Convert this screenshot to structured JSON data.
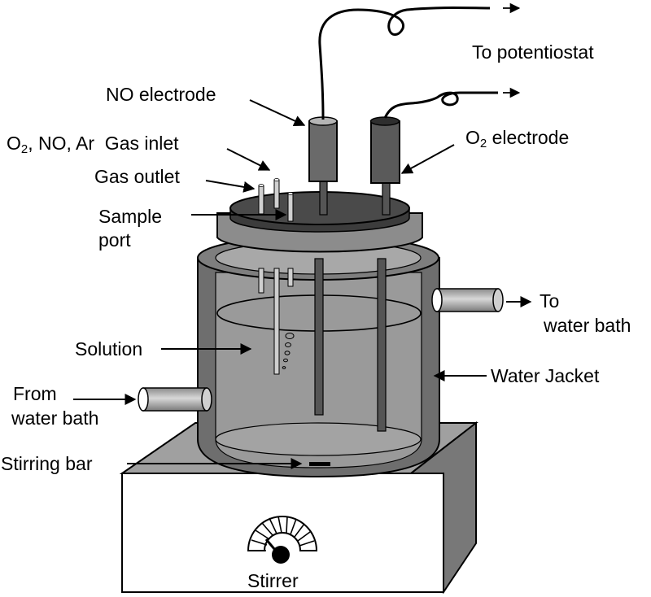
{
  "labels": {
    "to_potentiostat": "To potentiostat",
    "no_electrode": "NO electrode",
    "o2_electrode_main": "O",
    "o2_electrode_sub": "2",
    "o2_electrode_rest": " electrode",
    "gas_inlet_o": "O",
    "gas_inlet_sub": "2",
    "gas_inlet_rest": ", NO, Ar  Gas inlet",
    "gas_outlet": "Gas outlet",
    "sample": "Sample",
    "port": "port",
    "to": "To",
    "water_bath_out": "water bath",
    "solution": "Solution",
    "water_jacket": "Water Jacket",
    "from": "From",
    "water_bath_in": "water bath",
    "stirring_bar": "Stirring bar",
    "stirrer": "Stirrer"
  },
  "colors": {
    "outline": "#000000",
    "jacket": "#6e6e6e",
    "inner_vessel": "#9a9a9a",
    "lid_top": "#4a4a4a",
    "lid_ring": "#8c8c8c",
    "stirrer_top": "#a0a0a0",
    "stirrer_front": "#ffffff",
    "stirrer_side": "#787878"
  }
}
